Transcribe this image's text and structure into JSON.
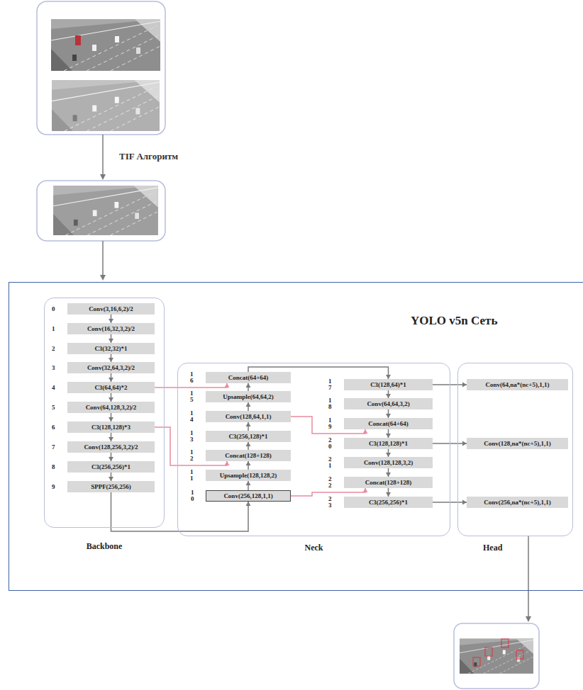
{
  "diagram": {
    "nodes": [
      {
        "text": [
          "YOLO v5n Сеть"
        ]
      },
      {
        "text": [
          "Backbone"
        ],
        "in": 0
      },
      {
        "text": [
          "0",
          "Conv(3,16,6,2)/2"
        ],
        "in": 1
      },
      {
        "text": [
          "1",
          "Conv(16,32,3,2)/2"
        ],
        "in": 1
      },
      {
        "text": [
          "2",
          "C3(32,32)*1"
        ],
        "in": 1
      },
      {
        "text": [
          "3",
          "Conv(32,64,3,2)/2"
        ],
        "in": 1
      },
      {
        "text": [
          "4",
          "C3(64,64)*2"
        ],
        "in": 1
      },
      {
        "text": [
          "5",
          "Conv(64,128,3,2)/2"
        ],
        "in": 1
      },
      {
        "text": [
          "6",
          "C3(128,128)*3"
        ],
        "in": 1
      },
      {
        "text": [
          "7",
          "Conv(128,256,3,2)/2"
        ],
        "in": 1
      },
      {
        "text": [
          "8",
          "C3(256,256)*1"
        ],
        "in": 1
      },
      {
        "text": [
          "9",
          "SPPF(256,256)"
        ],
        "in": 1
      },
      {
        "text": [
          "Neck"
        ],
        "in": 0
      },
      {
        "text": [
          "1 0",
          "Conv(256,128,1,1)"
        ],
        "in": 12
      },
      {
        "text": [
          "1 1",
          "Upsample(128,128,2)"
        ],
        "in": 12
      },
      {
        "text": [
          "1 2",
          "Concat(128+128)"
        ],
        "in": 12
      },
      {
        "text": [
          "1 3",
          "C3(256,128)*1"
        ],
        "in": 12
      },
      {
        "text": [
          "1 4",
          "Conv(128,64,1,1)"
        ],
        "in": 12
      },
      {
        "text": [
          "1 5",
          "Upsample(64,64,2)"
        ],
        "in": 12
      },
      {
        "text": [
          "1 6",
          "Concat(64+64)"
        ],
        "in": 12
      },
      {
        "text": [
          "1 7",
          "C3(128,64)*1"
        ],
        "in": 12
      },
      {
        "text": [
          "1 8",
          "Conv(64,64,3,2)"
        ],
        "in": 12
      },
      {
        "text": [
          "1 9",
          "Concat(64+64)"
        ],
        "in": 12
      },
      {
        "text": [
          "2 0",
          "C3(128,128)*1"
        ],
        "in": 12
      },
      {
        "text": [
          "2 1",
          "Conv(128,128,3,2)"
        ],
        "in": 12
      },
      {
        "text": [
          "2 2",
          "Concat(128+128)"
        ],
        "in": 12
      },
      {
        "text": [
          "2 3",
          "C3(256,256)*1"
        ],
        "in": 12
      },
      {
        "text": [
          "Head"
        ],
        "in": 0
      },
      {
        "text": [
          "Conv(64,na*(nc+5),1,1)"
        ],
        "in": 27
      },
      {
        "text": [
          "Conv(128,na*(nc+5),1,1)"
        ],
        "in": 27
      },
      {
        "text": [
          "Conv(256,na*(nc+5),1,1)"
        ],
        "in": 27
      }
    ],
    "edges": [
      {
        "from": 2,
        "to": 3,
        "arrow": "to"
      },
      {
        "from": 3,
        "to": 4,
        "arrow": "to"
      },
      {
        "from": 4,
        "to": 5,
        "arrow": "to"
      },
      {
        "from": 5,
        "to": 6,
        "arrow": "to"
      },
      {
        "from": 6,
        "to": 7,
        "arrow": "to"
      },
      {
        "from": 7,
        "to": 8,
        "arrow": "to"
      },
      {
        "from": 8,
        "to": 9,
        "arrow": "to"
      },
      {
        "from": 9,
        "to": 10,
        "arrow": "to"
      },
      {
        "from": 10,
        "to": 11,
        "arrow": "to"
      },
      {
        "from": 11,
        "to": 13,
        "arrow": "to"
      },
      {
        "from": 13,
        "to": 14,
        "arrow": "to"
      },
      {
        "from": 14,
        "to": 15,
        "arrow": "to"
      },
      {
        "from": 15,
        "to": 16,
        "arrow": "to"
      },
      {
        "from": 16,
        "to": 17,
        "arrow": "to"
      },
      {
        "from": 17,
        "to": 18,
        "arrow": "to"
      },
      {
        "from": 18,
        "to": 19,
        "arrow": "to"
      },
      {
        "from": 19,
        "to": 20,
        "arrow": "to"
      },
      {
        "from": 20,
        "to": 21,
        "arrow": "to"
      },
      {
        "from": 21,
        "to": 22,
        "arrow": "to"
      },
      {
        "from": 22,
        "to": 23,
        "arrow": "to"
      },
      {
        "from": 23,
        "to": 24,
        "arrow": "to"
      },
      {
        "from": 24,
        "to": 25,
        "arrow": "to"
      },
      {
        "from": 25,
        "to": 26,
        "arrow": "to"
      },
      {
        "from": 6,
        "to": 19,
        "arrow": "to"
      },
      {
        "from": 8,
        "to": 15,
        "arrow": "to"
      },
      {
        "from": 17,
        "to": 22,
        "arrow": "to"
      },
      {
        "from": 13,
        "to": 25,
        "arrow": "to"
      },
      {
        "from": 20,
        "to": 28,
        "arrow": "to"
      },
      {
        "from": 23,
        "to": 29,
        "arrow": "to"
      },
      {
        "from": 26,
        "to": 30,
        "arrow": "to"
      }
    ],
    "labels": [
      "TIF Алгоритм"
    ]
  }
}
